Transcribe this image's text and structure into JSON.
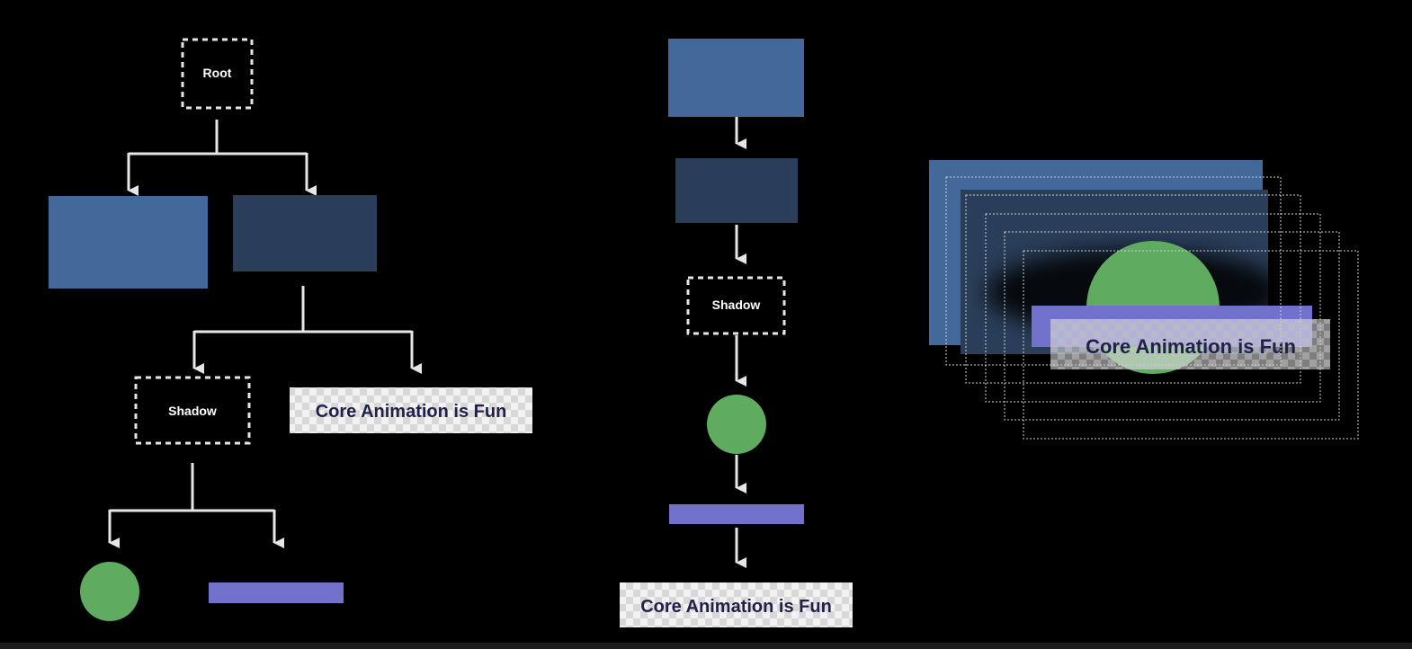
{
  "labels": {
    "root": "Root",
    "shadow": "Shadow",
    "text_layer": "Core Animation is Fun"
  },
  "colors": {
    "background": "#000000",
    "blue_light": "#43689a",
    "blue_dark": "#2a3e5a",
    "green": "#5fab5f",
    "purple": "#7171cc",
    "line": "#e6e6e6",
    "text_dark": "#1f2148",
    "checker_light": "#f2f2f2",
    "checker_dark": "#d6d6d6"
  }
}
